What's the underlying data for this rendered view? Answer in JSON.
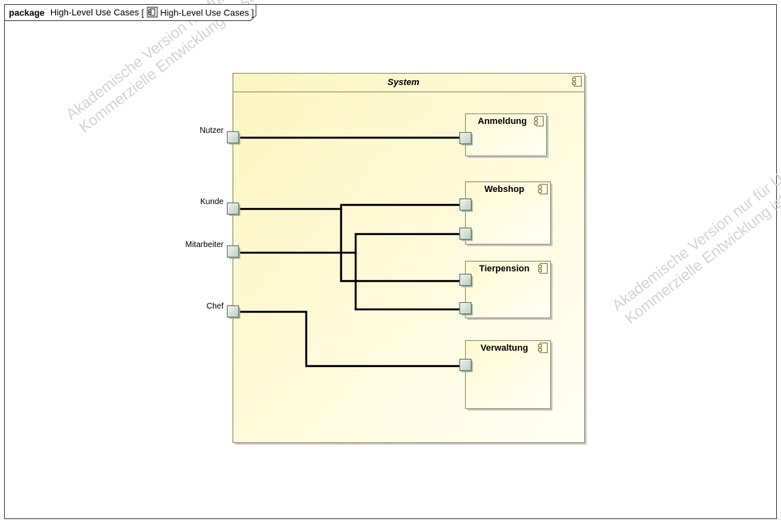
{
  "header": {
    "keyword": "package",
    "package_name": "High-Level Use Cases",
    "bracket_open": "[",
    "diagram_name": "High-Level Use Cases",
    "bracket_close": "]"
  },
  "system": {
    "name": "System"
  },
  "ports": [
    {
      "label": "Nutzer"
    },
    {
      "label": "Kunde"
    },
    {
      "label": "Mitarbeiter"
    },
    {
      "label": "Chef"
    }
  ],
  "components": [
    {
      "name": "Anmeldung"
    },
    {
      "name": "Webshop"
    },
    {
      "name": "Tierpension"
    },
    {
      "name": "Verwaltung"
    }
  ],
  "watermark": {
    "line1": "Akademische Version nur für Unterricht",
    "line2": "Kommerzielle Entwicklung ist streng"
  },
  "colors": {
    "system_fill": "#fdf8c8",
    "component_fill": "#fffce0",
    "border": "#9a9a6e",
    "port_fill": "#d8e6dc",
    "line": "#000000"
  }
}
